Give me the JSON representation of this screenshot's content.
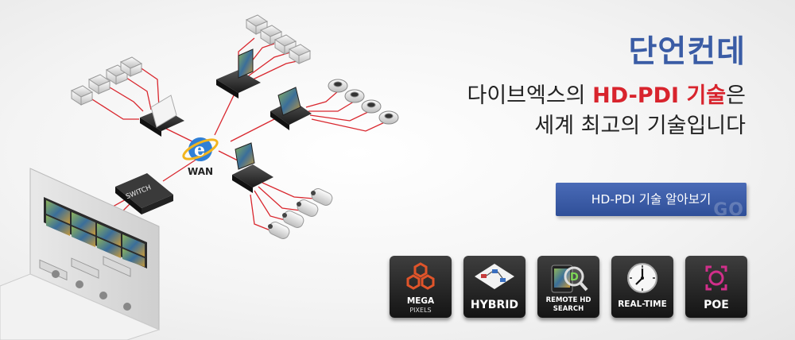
{
  "diagram": {
    "wan_label": "WAN",
    "switch_label": "SWITCH"
  },
  "headline": {
    "brand": "단언컨데",
    "line1_pre": "다이브엑스의 ",
    "line1_highlight": "HD-PDI 기술",
    "line1_post": "은",
    "line2": "세계 최고의 기술입니다"
  },
  "cta": {
    "label": "HD-PDI 기술 알아보기",
    "watermark": "GO"
  },
  "features": [
    {
      "id": "mega",
      "line1": "MEGA",
      "line2": "PIXELS"
    },
    {
      "id": "hybrid",
      "line1": "HYBRID",
      "line2": ""
    },
    {
      "id": "remote",
      "line1": "REMOTE HD",
      "line2": "SEARCH"
    },
    {
      "id": "realtime",
      "line1": "REAL-TIME",
      "line2": ""
    },
    {
      "id": "poe",
      "line1": "POE",
      "line2": ""
    }
  ],
  "colors": {
    "brand_blue": "#3a5ca5",
    "highlight_red": "#d8242d",
    "cable_red": "#d9272e",
    "button_blue": "#3c5da8"
  }
}
